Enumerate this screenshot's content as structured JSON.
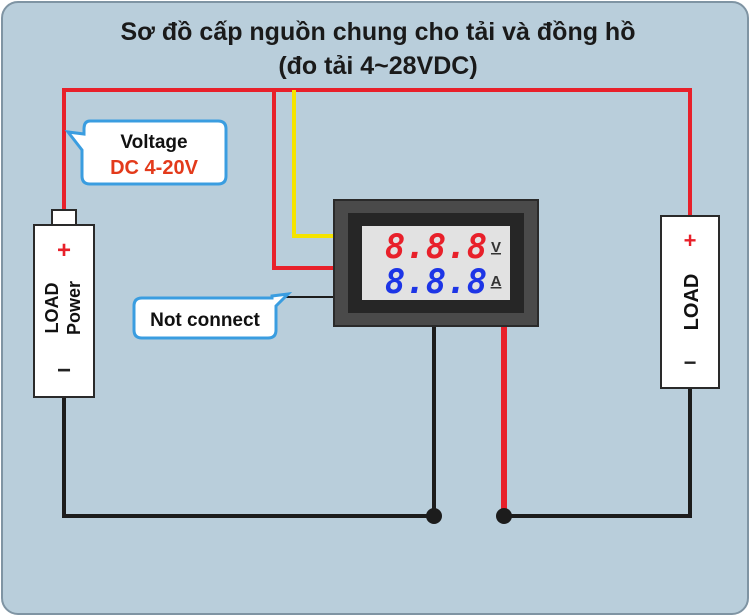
{
  "title": {
    "line1": "Sơ đồ cấp nguồn chung cho tải và đồng hồ",
    "line2": "(đo tải 4~28VDC)"
  },
  "power_source": {
    "label_line1": "LOAD",
    "label_line2": "Power",
    "plus": "+",
    "minus": "−"
  },
  "load": {
    "label": "LOAD",
    "plus": "+",
    "minus": "−"
  },
  "callouts": {
    "voltage_title": "Voltage",
    "voltage_range": "DC 4-20V",
    "not_connect": "Not connect"
  },
  "meter": {
    "voltage_digits": "8.8.8",
    "voltage_unit": "V",
    "current_digits": "8.8.8",
    "current_unit": "A"
  },
  "colors": {
    "background": "#b9cedb",
    "wire_red": "#e8202a",
    "wire_yellow": "#f5e400",
    "wire_black": "#1c1c1c",
    "callout_border": "#3a9de0",
    "voltage_text": "#e33a1b",
    "digit_red": "#e8202a",
    "digit_blue": "#1d35e6"
  }
}
